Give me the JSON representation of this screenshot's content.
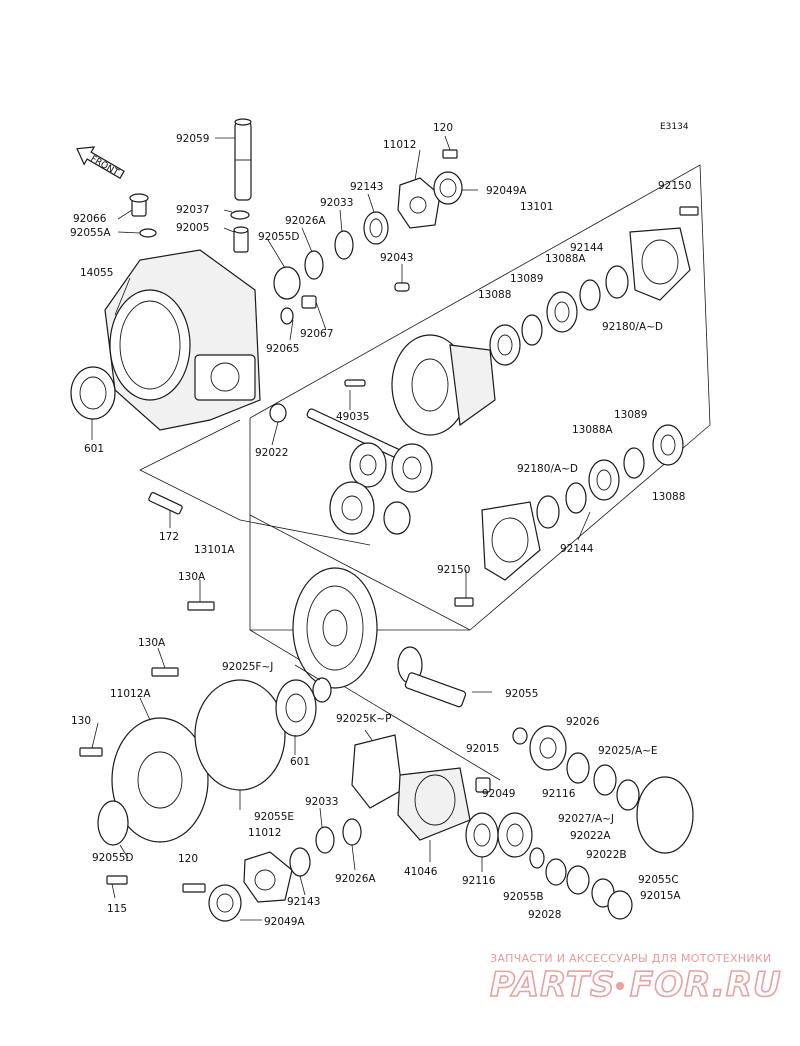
{
  "diagram_code": "E3134",
  "front_label": "FRONT",
  "watermark": {
    "subtitle": "ЗАПЧАСТИ И АКСЕССУАРЫ ДЛЯ МОТОТЕХНИКИ",
    "brand_part1": "PARTS",
    "brand_part2": "FOR.RU"
  },
  "labels": {
    "l92059": "92059",
    "l120a": "120",
    "l11012a": "11012",
    "l92143a": "92143",
    "l92049A_top": "92049A",
    "l92033a": "92033",
    "l92026A_top": "92026A",
    "l13101": "13101",
    "l92150a": "92150",
    "l92066": "92066",
    "l92055A": "92055A",
    "l92037": "92037",
    "l92005": "92005",
    "l92055D_top": "92055D",
    "l92043": "92043",
    "l13088A_top": "13088A",
    "l92144_top": "92144",
    "l13089_top": "13089",
    "l13088_top": "13088",
    "l92180_top": "92180/A~D",
    "l14055": "14055",
    "l92067": "92067",
    "l92065": "92065",
    "l49035": "49035",
    "l601_top": "601",
    "l92022": "92022",
    "l13089_mid": "13089",
    "l13088A_mid": "13088A",
    "l92180_mid": "92180/A~D",
    "l13088_mid": "13088",
    "l172": "172",
    "l92144_mid": "92144",
    "l13101A": "13101A",
    "l92150b": "92150",
    "l130A_a": "130A",
    "l130A_b": "130A",
    "l92025F": "92025F~J",
    "l92055": "92055",
    "l11012A": "11012A",
    "l92025K": "92025K~P",
    "l130": "130",
    "l601_bot": "601",
    "l92026": "92026",
    "l92015": "92015",
    "l92025A": "92025/A~E",
    "l92055E": "92055E",
    "l92033b": "92033",
    "l92049": "92049",
    "l92116a": "92116",
    "l92027": "92027/A~J",
    "l11012b": "11012",
    "l92022A": "92022A",
    "l92055D_bot": "92055D",
    "l92026A_bot": "92026A",
    "l41046": "41046",
    "l92116b": "92116",
    "l92022B": "92022B",
    "l120b": "120",
    "l92143b": "92143",
    "l92055B": "92055B",
    "l92055C": "92055C",
    "l92028": "92028",
    "l92015A": "92015A",
    "l115": "115",
    "l92049A_bot": "92049A"
  }
}
